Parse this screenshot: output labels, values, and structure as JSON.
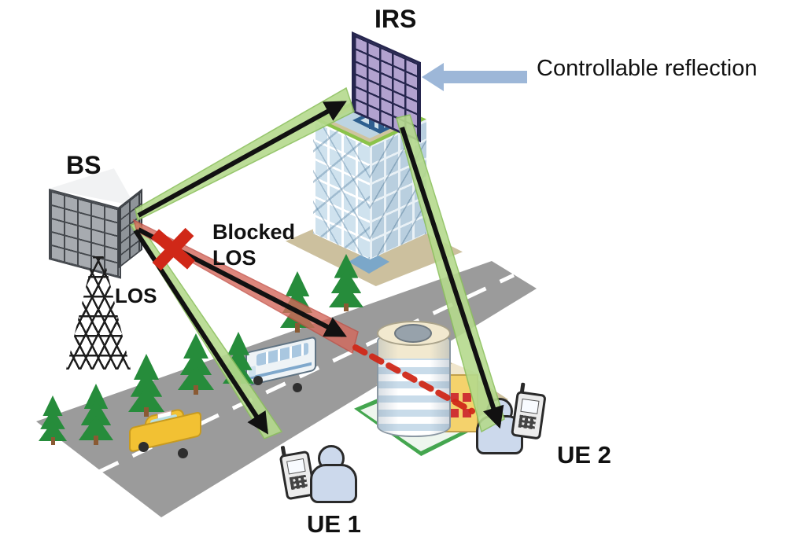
{
  "labels": {
    "irs": "IRS",
    "bs": "BS",
    "los": "LOS",
    "blocked_los": "Blocked\nLOS",
    "ue1": "UE 1",
    "ue2": "UE 2",
    "controllable_reflection": "Controllable reflection"
  },
  "nodes": [
    {
      "id": "BS",
      "label": "BS",
      "kind": "base-station-antenna-on-lattice-tower"
    },
    {
      "id": "IRS",
      "label": "IRS",
      "kind": "intelligent-reflecting-surface-panel-on-rooftop"
    },
    {
      "id": "UE1",
      "label": "UE 1",
      "kind": "user-with-mobile-phone"
    },
    {
      "id": "UE2",
      "label": "UE 2",
      "kind": "user-with-mobile-phone"
    }
  ],
  "links": [
    {
      "from": "BS",
      "to": "IRS",
      "style": "green-beam-black-arrow",
      "meaning": "controllable reflection path uplink to IRS"
    },
    {
      "from": "IRS",
      "to": "UE2",
      "style": "green-beam-black-arrow",
      "meaning": "reflected path from IRS to UE 2"
    },
    {
      "from": "BS",
      "to": "UE1",
      "style": "green-beam-black-arrow",
      "label": "LOS",
      "meaning": "direct line-of-sight link"
    },
    {
      "from": "BS",
      "to": "UE2",
      "style": "red-beam-blocked-then-red-dashed",
      "label": "Blocked LOS",
      "meaning": "direct link blocked by building"
    }
  ],
  "scenery": [
    "office tower with rooftop IRS",
    "round building with yellow annex",
    "road with dashed center line",
    "bus",
    "yellow taxi",
    "pine trees"
  ],
  "colors": {
    "beam_green": "#b5da8d",
    "beam_green_edge": "#8cc05e",
    "beam_red": "#d4685c",
    "beam_red_edge": "#c24f45",
    "blocked_red": "#d02818",
    "arrow_black": "#111111",
    "reflection_arrow_blue": "#9db7d8",
    "irs_panel_fill": "#b2a2cf",
    "irs_panel_grid": "#26264e",
    "road_gray": "#9b9b9b",
    "road_line_white": "#ffffff",
    "tree_green": "#268c3b",
    "lawn_green": "#44a64f"
  }
}
